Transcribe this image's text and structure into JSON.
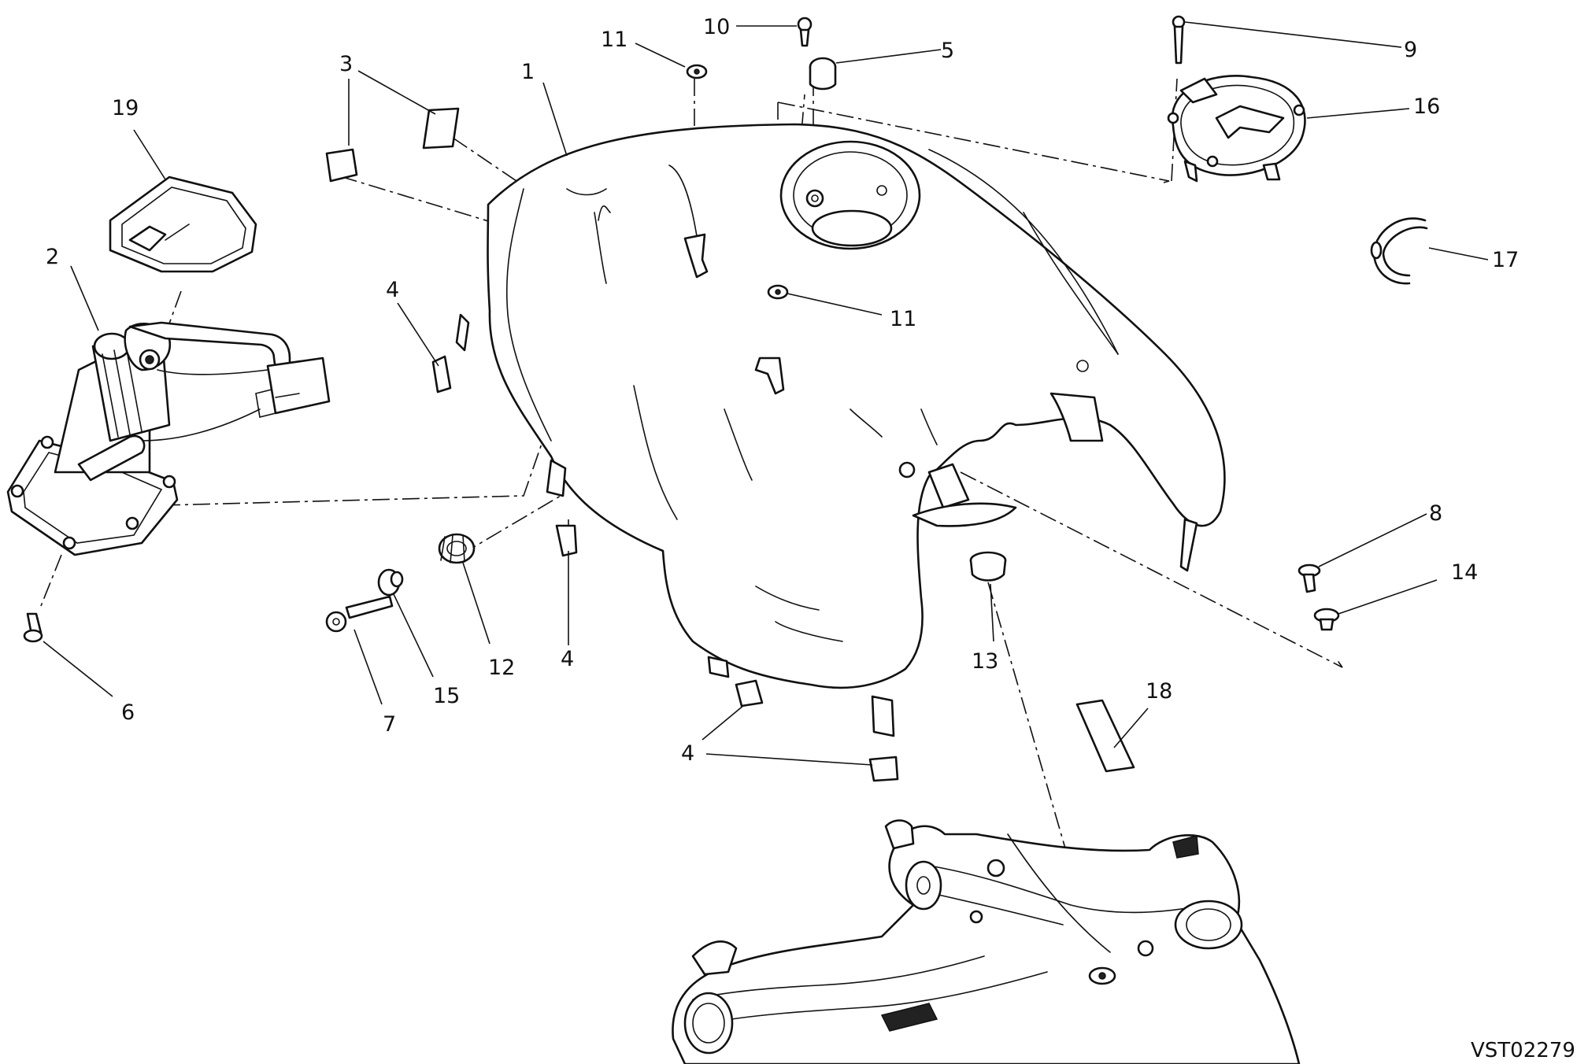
{
  "drawing": {
    "code": "VST02279",
    "callouts": [
      {
        "id": "c1",
        "text": "1"
      },
      {
        "id": "c2",
        "text": "2"
      },
      {
        "id": "c3",
        "text": "3"
      },
      {
        "id": "c4a",
        "text": "4"
      },
      {
        "id": "c4b",
        "text": "4"
      },
      {
        "id": "c4c",
        "text": "4"
      },
      {
        "id": "c5",
        "text": "5"
      },
      {
        "id": "c6",
        "text": "6"
      },
      {
        "id": "c7",
        "text": "7"
      },
      {
        "id": "c8",
        "text": "8"
      },
      {
        "id": "c9",
        "text": "9"
      },
      {
        "id": "c10",
        "text": "10"
      },
      {
        "id": "c11a",
        "text": "11"
      },
      {
        "id": "c11b",
        "text": "11"
      },
      {
        "id": "c12",
        "text": "12"
      },
      {
        "id": "c13",
        "text": "13"
      },
      {
        "id": "c14",
        "text": "14"
      },
      {
        "id": "c15",
        "text": "15"
      },
      {
        "id": "c16",
        "text": "16"
      },
      {
        "id": "c17",
        "text": "17"
      },
      {
        "id": "c18",
        "text": "18"
      },
      {
        "id": "c19",
        "text": "19"
      }
    ]
  },
  "colors": {
    "line": "#111111",
    "background": "#ffffff"
  }
}
